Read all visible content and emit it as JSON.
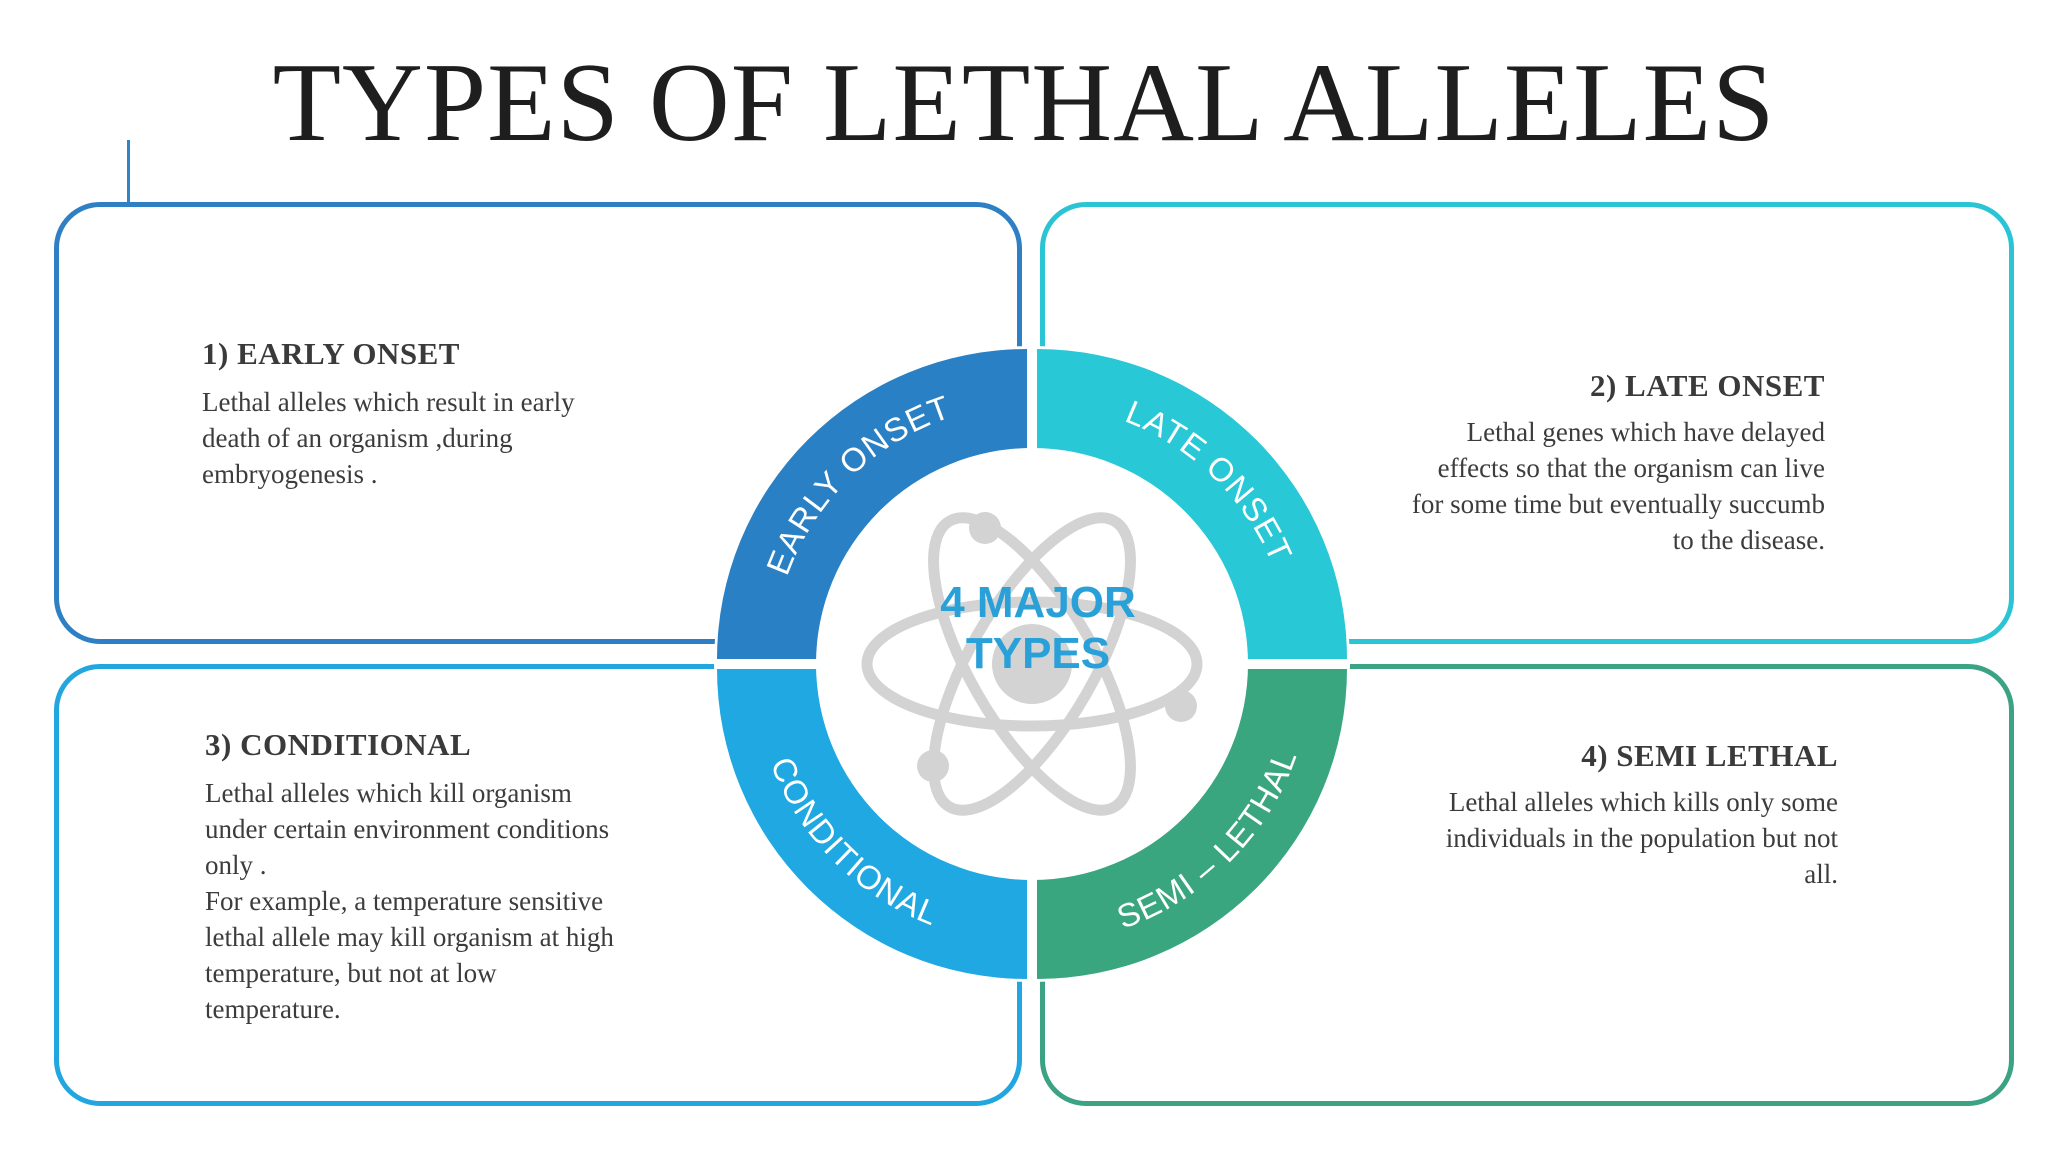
{
  "title": "TYPES OF LETHAL ALLELES",
  "center": {
    "line1": "4 MAJOR",
    "line2": "TYPES",
    "color": "#2aa0d8"
  },
  "segments": [
    {
      "label": "EARLY ONSET",
      "color": "#2980c4"
    },
    {
      "label": "LATE ONSET",
      "color": "#28c8d6"
    },
    {
      "label": "SEMI – LETHAL",
      "color": "#3aa680"
    },
    {
      "label": "CONDITIONAL",
      "color": "#1fa8e2"
    }
  ],
  "cards": [
    {
      "heading": "1) EARLY ONSET",
      "body": "Lethal alleles which result in early\ndeath of an organism ,during\nembryogenesis .",
      "border_color": "#2e7fc3"
    },
    {
      "heading": "2) LATE ONSET",
      "body": "Lethal genes which have delayed\neffects so that  the organism can live\nfor some time but eventually succumb\nto the disease.",
      "border_color": "#2bc4d5"
    },
    {
      "heading": "3) CONDITIONAL",
      "body": "Lethal alleles which kill organism\nunder certain environment conditions\nonly .\nFor example, a temperature sensitive\nlethal allele may kill organism at high\ntemperature, but not at low\ntemperature.",
      "border_color": "#22a6e0"
    },
    {
      "heading": "4) SEMI LETHAL",
      "body": "Lethal alleles which kills only some\nindividuals in the population but not\nall.",
      "border_color": "#3ba283"
    }
  ],
  "icon": {
    "name": "atom-icon",
    "color": "#d3d3d3"
  }
}
